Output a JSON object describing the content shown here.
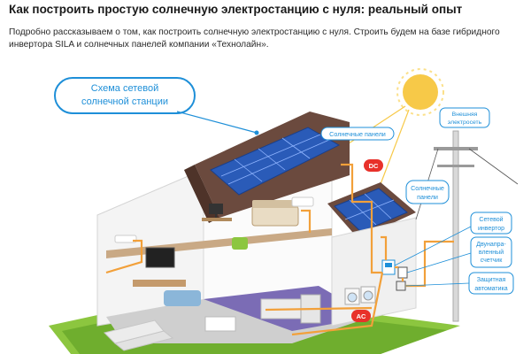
{
  "article": {
    "title": "Как построить простую солнечную электростанцию с нуля: реальный опыт",
    "lead": "Подробно рассказываем о том, как построить солнечную электростанцию с нуля. Строить будем на базе гибридного инвертора SILA и солнечных панелей компании «Технолайн»."
  },
  "diagram": {
    "scheme_label_line1": "Схема сетевой",
    "scheme_label_line2": "солнечной станции",
    "solar_panels_top": "Солнечные панели",
    "solar_panels_mid_line1": "Солнечные",
    "solar_panels_mid_line2": "панели",
    "external_power_line1": "Внешняя",
    "external_power_line2": "электросеть",
    "grid_inverter_line1": "Сетевой",
    "grid_inverter_line2": "инвертор",
    "bidirectional_meter_line1": "Двунапра-",
    "bidirectional_meter_line2": "вленный",
    "bidirectional_meter_line3": "счетчик",
    "protective_automation_line1": "Защитная",
    "protective_automation_line2": "автоматика",
    "dc_badge": "DC",
    "ac_badge": "AC"
  },
  "colors": {
    "accent_blue": "#1e8fd8",
    "wire_orange": "#f2a03a",
    "badge_red": "#e8312a",
    "roof_brown": "#6b4a3e",
    "panel_blue": "#2a5bb8",
    "grass_green": "#8cc63f",
    "sun_yellow": "#f7c948"
  }
}
